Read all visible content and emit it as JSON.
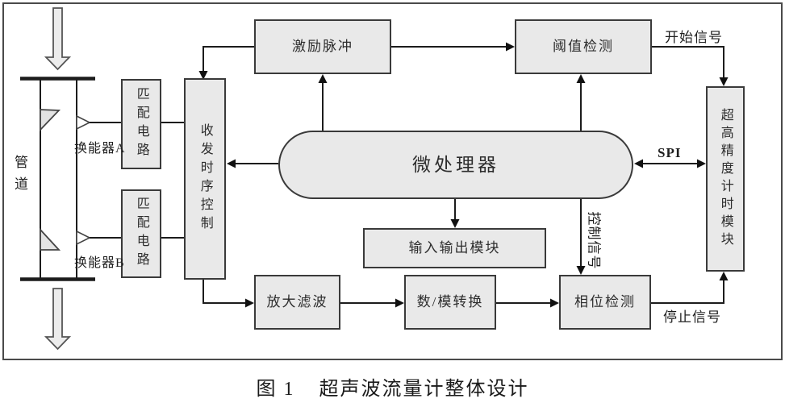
{
  "figure": {
    "caption_prefix": "图 1",
    "caption_title": "超声波流量计整体设计"
  },
  "blocks": {
    "excitation_pulse": "激励脉冲",
    "threshold_detection": "阈值检测",
    "mcu": "微处理器",
    "io_module": "输入输出模块",
    "amplify_filter": "放大滤波",
    "da_converter": "数/模转换",
    "phase_detection": "相位检测",
    "timing_module": "超高精度计时模块",
    "matching_circuit_a": "匹配电路",
    "matching_circuit_b": "匹配电路",
    "rx_tx_timing_control": "收发时序控制"
  },
  "labels": {
    "pipe": "管道",
    "transducer_a": "换能器A",
    "transducer_b": "换能器B",
    "start_signal": "开始信号",
    "stop_signal": "停止信号",
    "control_signal": "控制信号",
    "spi": "SPI"
  },
  "colors": {
    "block_fill": "#e9e9e9",
    "block_border": "#3a3a3a",
    "wire": "#1c1c1c",
    "background": "#ffffff"
  }
}
